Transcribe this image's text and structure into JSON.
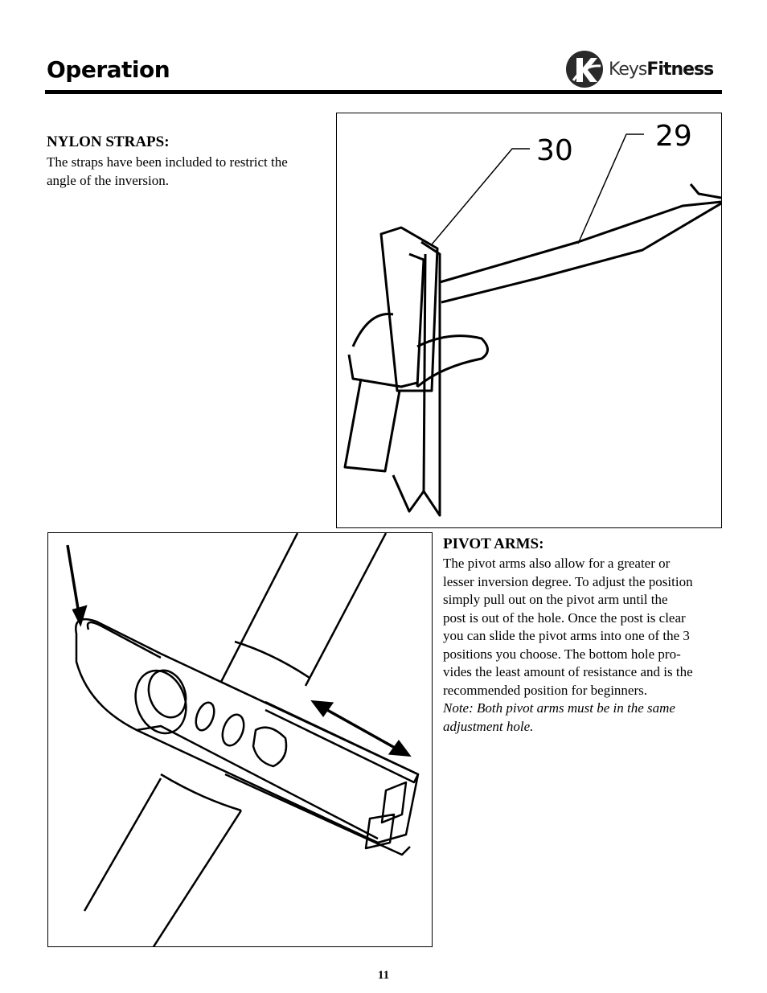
{
  "header": {
    "title": "Operation",
    "logo_text": {
      "keys": "Keys",
      "fitness": "Fitness"
    }
  },
  "nylon_straps": {
    "heading": "NYLON STRAPS:",
    "lines": [
      "The straps have been included to restrict the",
      "angle of the inversion."
    ]
  },
  "figure_top": {
    "callouts": [
      "30",
      "29"
    ]
  },
  "pivot_arms": {
    "heading": "PIVOT ARMS:",
    "lines": [
      "The pivot arms also allow for a greater or",
      "lesser inversion degree. To adjust the position",
      "simply pull out on the pivot arm until the",
      "post is out of the hole. Once the post is clear",
      "you can slide the pivot arms into one of the 3",
      "positions you choose.  The bottom hole pro-",
      "vides the least amount of resistance and is the",
      "recommended position for beginners."
    ],
    "note_lines": [
      "Note:  Both pivot arms must be in the same",
      "adjustment hole."
    ]
  },
  "footer": {
    "page_number": "11"
  }
}
